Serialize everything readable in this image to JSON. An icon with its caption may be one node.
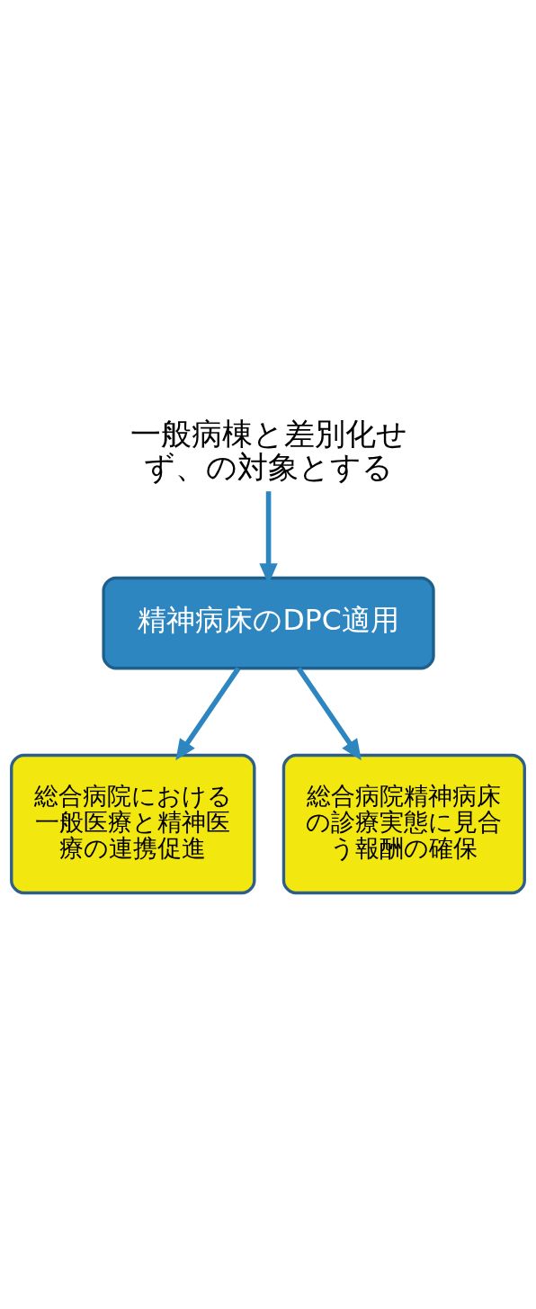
{
  "diagram": {
    "nodes": [
      {
        "text": [
          "一般病棟と差別化せず、の対象とする"
        ]
      },
      {
        "text": [
          "精神病床のDPC適用"
        ]
      },
      {
        "text": [
          "総合病院における一般医療と精神医療の連携促進"
        ]
      },
      {
        "text": [
          "総合病院精神病床の診療実態に見合う報酬の確保"
        ]
      }
    ],
    "edges": [
      {
        "from": 0,
        "to": 1,
        "arrow": "to"
      },
      {
        "from": 1,
        "to": 2,
        "arrow": "to"
      },
      {
        "from": 1,
        "to": 3,
        "arrow": "to"
      }
    ]
  }
}
